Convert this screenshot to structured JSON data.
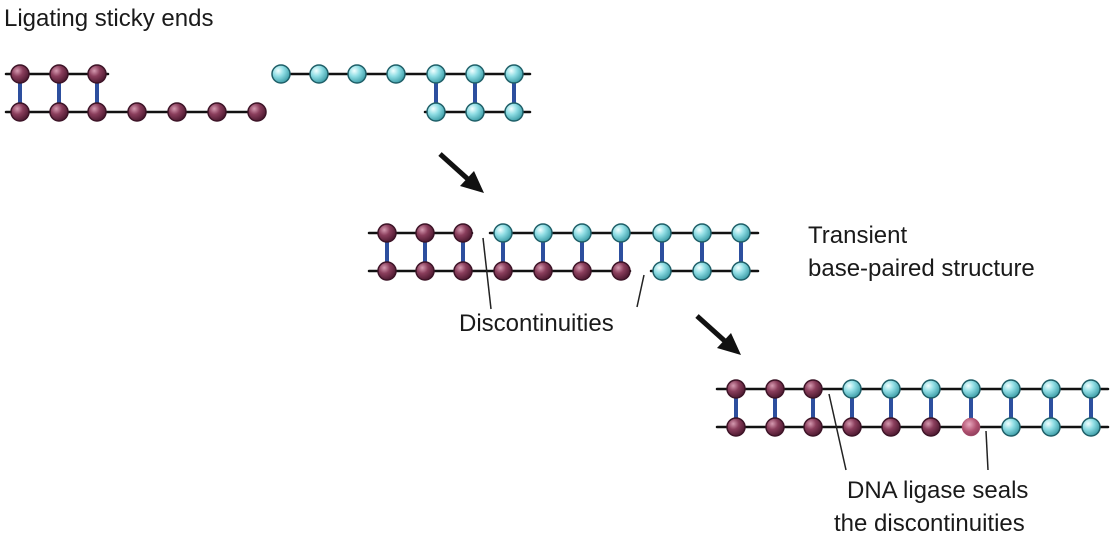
{
  "title": "Ligating sticky ends",
  "labels": {
    "transient_line1": "Transient",
    "transient_line2": "base-paired structure",
    "discontinuities": "Discontinuities",
    "ligase_line1": "DNA ligase seals",
    "ligase_line2": "the discontinuities"
  },
  "colors": {
    "maroon_fill": "#8a3e5c",
    "maroon_stroke": "#3d1427",
    "cyan_fill": "#8fdde4",
    "cyan_stroke": "#1f5f68",
    "sealed_fill": "#b0506f",
    "backbone": "#111111",
    "rung": "#2d4f9e",
    "arrow": "#111111"
  },
  "steps": [
    {
      "name": "separate-fragments",
      "left_fragment": {
        "top_strand_bases": 3,
        "bottom_strand_bases": 7,
        "paired_bases": 3
      },
      "right_fragment": {
        "top_strand_bases": 7,
        "bottom_strand_bases": 3,
        "paired_bases": 3
      }
    },
    {
      "name": "transient-structure",
      "top_strand": [
        "maroon",
        "maroon",
        "maroon",
        "cyan",
        "cyan",
        "cyan",
        "cyan",
        "cyan",
        "cyan",
        "cyan"
      ],
      "bottom_strand": [
        "maroon",
        "maroon",
        "maroon",
        "maroon",
        "maroon",
        "maroon",
        "maroon",
        "cyan",
        "cyan",
        "cyan"
      ]
    },
    {
      "name": "ligated-structure",
      "top_strand": [
        "maroon",
        "maroon",
        "maroon",
        "cyan",
        "cyan",
        "cyan",
        "cyan",
        "cyan",
        "cyan",
        "cyan"
      ],
      "bottom_strand": [
        "maroon",
        "maroon",
        "maroon",
        "maroon",
        "maroon",
        "maroon",
        "sealed",
        "cyan",
        "cyan",
        "cyan"
      ]
    }
  ]
}
